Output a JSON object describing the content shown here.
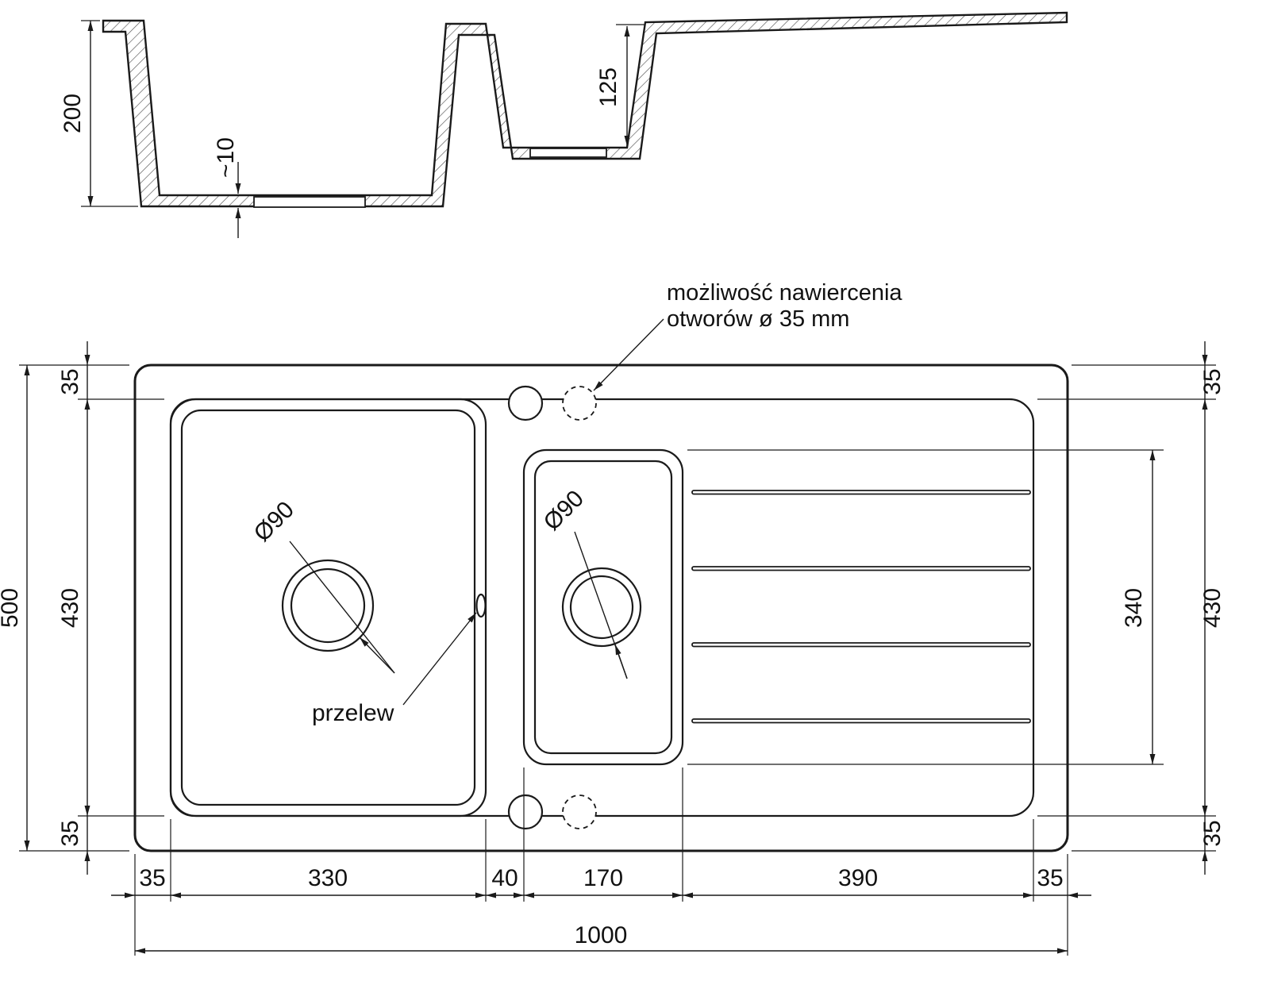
{
  "view_section": {
    "dim_height_total": "200",
    "dim_bottom_thickness": "~10",
    "dim_small_basin_depth": "125"
  },
  "view_plan": {
    "note_drill_line1": "możliwość nawiercenia",
    "note_drill_line2": "otworów ø 35 mm",
    "label_overflow": "przelew",
    "label_main_drain_diameter": "Ø90",
    "label_small_drain_diameter": "Ø90",
    "dim_left_margin_top": "35",
    "dim_left_basin_height": "430",
    "dim_left_margin_bottom": "35",
    "dim_total_height": "500",
    "dim_right_margin_top": "35",
    "dim_right_working_height": "430",
    "dim_small_basin_height": "340",
    "dim_right_margin_bottom": "35",
    "dim_bottom_margin_left": "35",
    "dim_main_basin_width": "330",
    "dim_divider_width": "40",
    "dim_small_basin_width": "170",
    "dim_drainboard_width": "390",
    "dim_bottom_margin_right": "35",
    "dim_total_width": "1000"
  },
  "colors": {
    "line": "#1a1a1a",
    "background": "#ffffff"
  }
}
